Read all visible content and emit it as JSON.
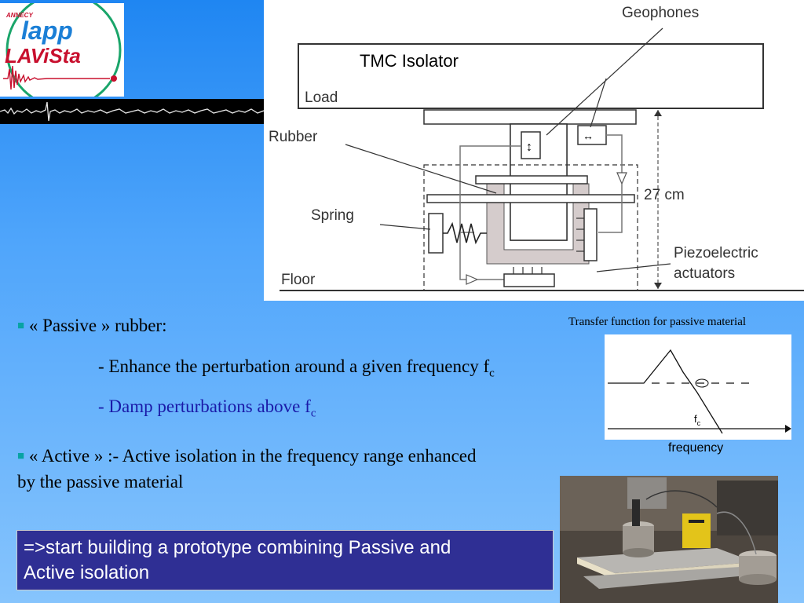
{
  "logo": {
    "annecy": "ANNECY",
    "lapp": "lapp",
    "lavista": "LAViSta"
  },
  "diagram": {
    "title": "TMC Isolator",
    "labels": {
      "geophones": "Geophones",
      "load": "Load",
      "rubber": "Rubber",
      "spring": "Spring",
      "floor": "Floor",
      "height": "27 cm",
      "piezo_1": "Piezoelectric",
      "piezo_2": "actuators"
    }
  },
  "bullets": {
    "passive": "« Passive » rubber:",
    "enhance": "- Enhance the perturbation around a given frequency f",
    "enhance_sub": "c",
    "damp": "- Damp perturbations above f",
    "damp_sub": "c",
    "active_1": "« Active » :- Active isolation in the frequency range enhanced",
    "active_2": "by the passive material"
  },
  "transfer": {
    "caption": "Transfer function for passive material",
    "fc": "f",
    "fc_sub": "c",
    "xlabel": "frequency"
  },
  "conclusion": {
    "line1": "=>start building a prototype combining Passive and",
    "line2": "Active isolation"
  },
  "colors": {
    "bullet_mark": "#08a3a3",
    "damp_text": "#1a1aa8",
    "conclusion_bg": "#2f2f94",
    "rubber_fill": "#d5cccc"
  }
}
